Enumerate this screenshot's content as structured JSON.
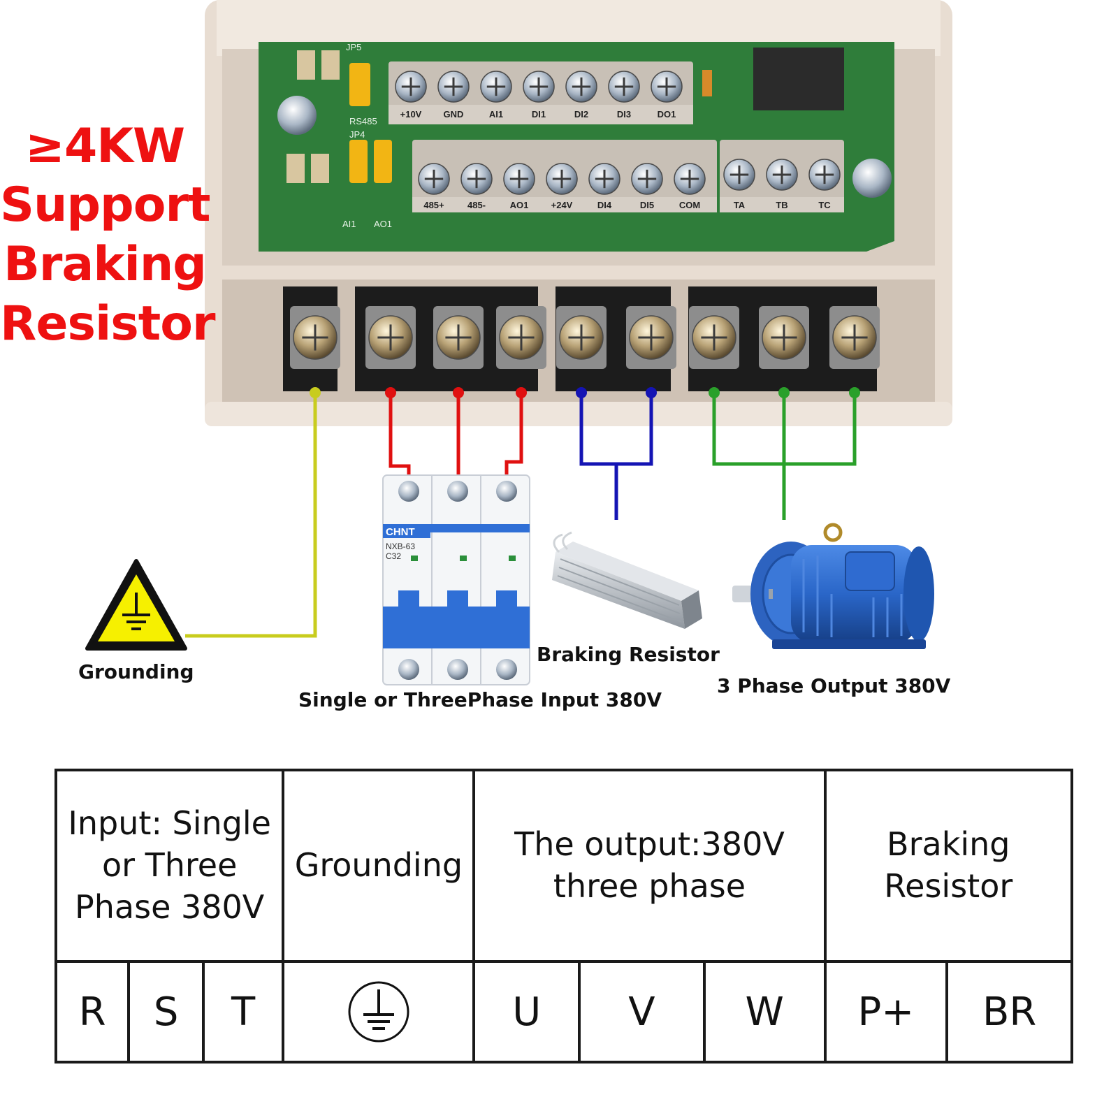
{
  "headline": {
    "line1": "≥4KW",
    "line2": "Support",
    "line3": "Braking",
    "line4": "Resistor"
  },
  "captions": {
    "grounding": "Grounding",
    "input": "Single or ThreePhase Input 380V",
    "braking_resistor": "Braking Resistor",
    "output": "3 Phase Output 380V"
  },
  "breaker": {
    "brand": "CHNT",
    "model": "NXB-63",
    "rating": "C32"
  },
  "control_terminals": {
    "top_row": [
      "+10V",
      "GND",
      "AI1",
      "DI1",
      "DI2",
      "DI3",
      "DO1"
    ],
    "bottom_row": [
      "485+",
      "485-",
      "AO1",
      "+24V",
      "DI4",
      "DI5",
      "COM"
    ],
    "relay": [
      "TA",
      "TB",
      "TC"
    ],
    "jumpers": [
      "JP5",
      "RS485",
      "JP4",
      "AI1",
      "AO1"
    ]
  },
  "table": {
    "headers": {
      "input": "Input: Single\nor Three\nPhase 380V",
      "grounding": "Grounding",
      "output": "The output:380V\nthree phase",
      "braking": "Braking\nResistor"
    },
    "terminals": {
      "r": "R",
      "s": "S",
      "t": "T",
      "ground_symbol": "ground-symbol-icon",
      "u": "U",
      "v": "V",
      "w": "W",
      "p": "P+",
      "br": "BR"
    }
  },
  "colors": {
    "headline": "#ee1111",
    "live_wire": "#e01010",
    "brake_wire": "#1414b4",
    "output_wire": "#2aa02a",
    "ground_wire": "#c8cc1e",
    "pcb": "#2f7d3a",
    "housing": "#efe6dc",
    "breaker_blue": "#2f6fd6",
    "motor_blue": "#2a66c8"
  }
}
